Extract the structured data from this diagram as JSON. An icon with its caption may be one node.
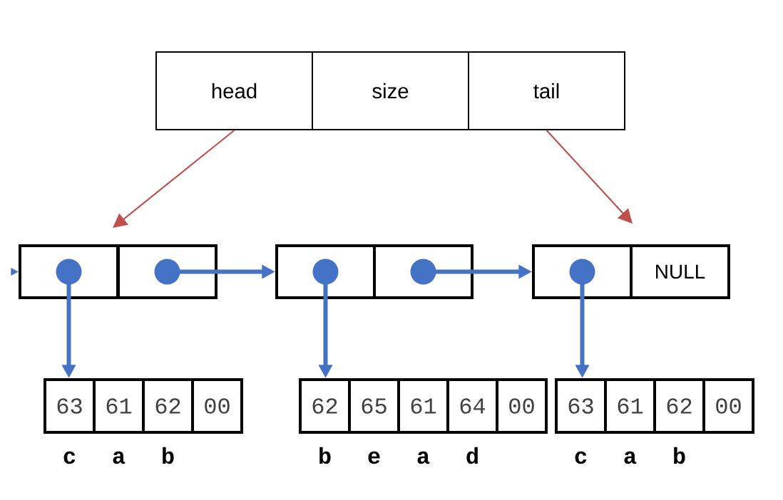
{
  "diagram": {
    "nodes": [
      {
        "text": [
          "head"
        ]
      },
      {
        "text": [
          "size"
        ]
      },
      {
        "text": [
          "tail"
        ]
      },
      {
        "text": [],
        "shape": "box"
      },
      {
        "text": [],
        "shape": "box"
      },
      {
        "text": [],
        "shape": "box"
      },
      {
        "text": [],
        "shape": "box"
      },
      {
        "text": [],
        "shape": "box"
      },
      {
        "text": [
          "NULL"
        ]
      },
      {
        "text": [
          "63"
        ]
      },
      {
        "text": [
          "61"
        ]
      },
      {
        "text": [
          "62"
        ]
      },
      {
        "text": [
          "00"
        ]
      },
      {
        "text": [
          "62"
        ]
      },
      {
        "text": [
          "65"
        ]
      },
      {
        "text": [
          "61"
        ]
      },
      {
        "text": [
          "64"
        ]
      },
      {
        "text": [
          "00"
        ]
      },
      {
        "text": [
          "63"
        ]
      },
      {
        "text": [
          "61"
        ]
      },
      {
        "text": [
          "62"
        ]
      },
      {
        "text": [
          "00"
        ]
      }
    ],
    "edges": [
      {
        "from": 0,
        "to": 3,
        "arrow": "to",
        "color": "#c0504d"
      },
      {
        "from": 2,
        "to": 7,
        "arrow": "to",
        "color": "#c0504d"
      },
      {
        "from": null,
        "to": 3,
        "arrow": "to"
      },
      {
        "from": 3,
        "to": 9,
        "arrow": "to"
      },
      {
        "from": 4,
        "to": 5,
        "arrow": "to"
      },
      {
        "from": 5,
        "to": 13,
        "arrow": "to"
      },
      {
        "from": 6,
        "to": 7,
        "arrow": "to"
      },
      {
        "from": 7,
        "to": 18,
        "arrow": "to"
      }
    ],
    "labels": [
      "c",
      "a",
      "b",
      "b",
      "e",
      "a",
      "d",
      "c",
      "a",
      "b"
    ]
  }
}
